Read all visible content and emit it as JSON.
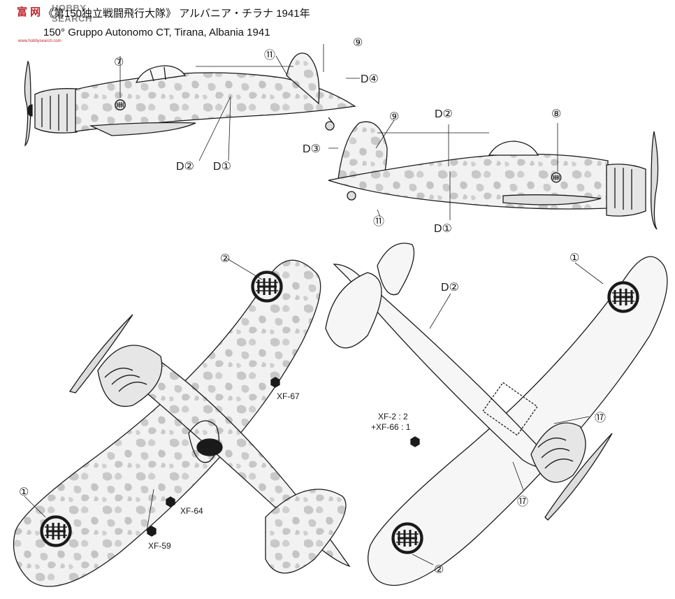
{
  "header": {
    "title_jp": "《第150独立戦闘飛行大隊》 アルバニア・チラナ 1941年",
    "title_en": "150° Gruppo Autonomo CT, Tirana, Albania 1941"
  },
  "watermark": {
    "text": "HOBBY SEARCH",
    "cn": "富 网",
    "url": "www.hobbysearch.com"
  },
  "decal_callouts": {
    "c9_top": "⑨",
    "c11_top": "⑪",
    "c7": "⑦",
    "d4": "D④",
    "d2_a": "D②",
    "d1_a": "D①",
    "c9_right": "⑨",
    "d2_b": "D②",
    "c8": "⑧",
    "d3": "D③",
    "c11_right": "⑪",
    "d1_b": "D①",
    "c2_top": "②",
    "c1_left": "①",
    "d2_c": "D②",
    "c1_right": "①",
    "c17_a": "⑰",
    "c17_b": "⑰",
    "c2_bottom": "②"
  },
  "paint_callouts": {
    "xf67": "XF-67",
    "xf64": "XF-64",
    "xf59": "XF-59",
    "mix_line1": "XF-2 : 2",
    "mix_line2": "+XF-66 : 1"
  },
  "colors": {
    "line": "#1a1a1a",
    "camo_base": "#f2f2f2",
    "camo_blotch": "#c8c8c8",
    "roundel_ring": "#f2f2f2",
    "roundel_center": "#1a1a1a"
  }
}
